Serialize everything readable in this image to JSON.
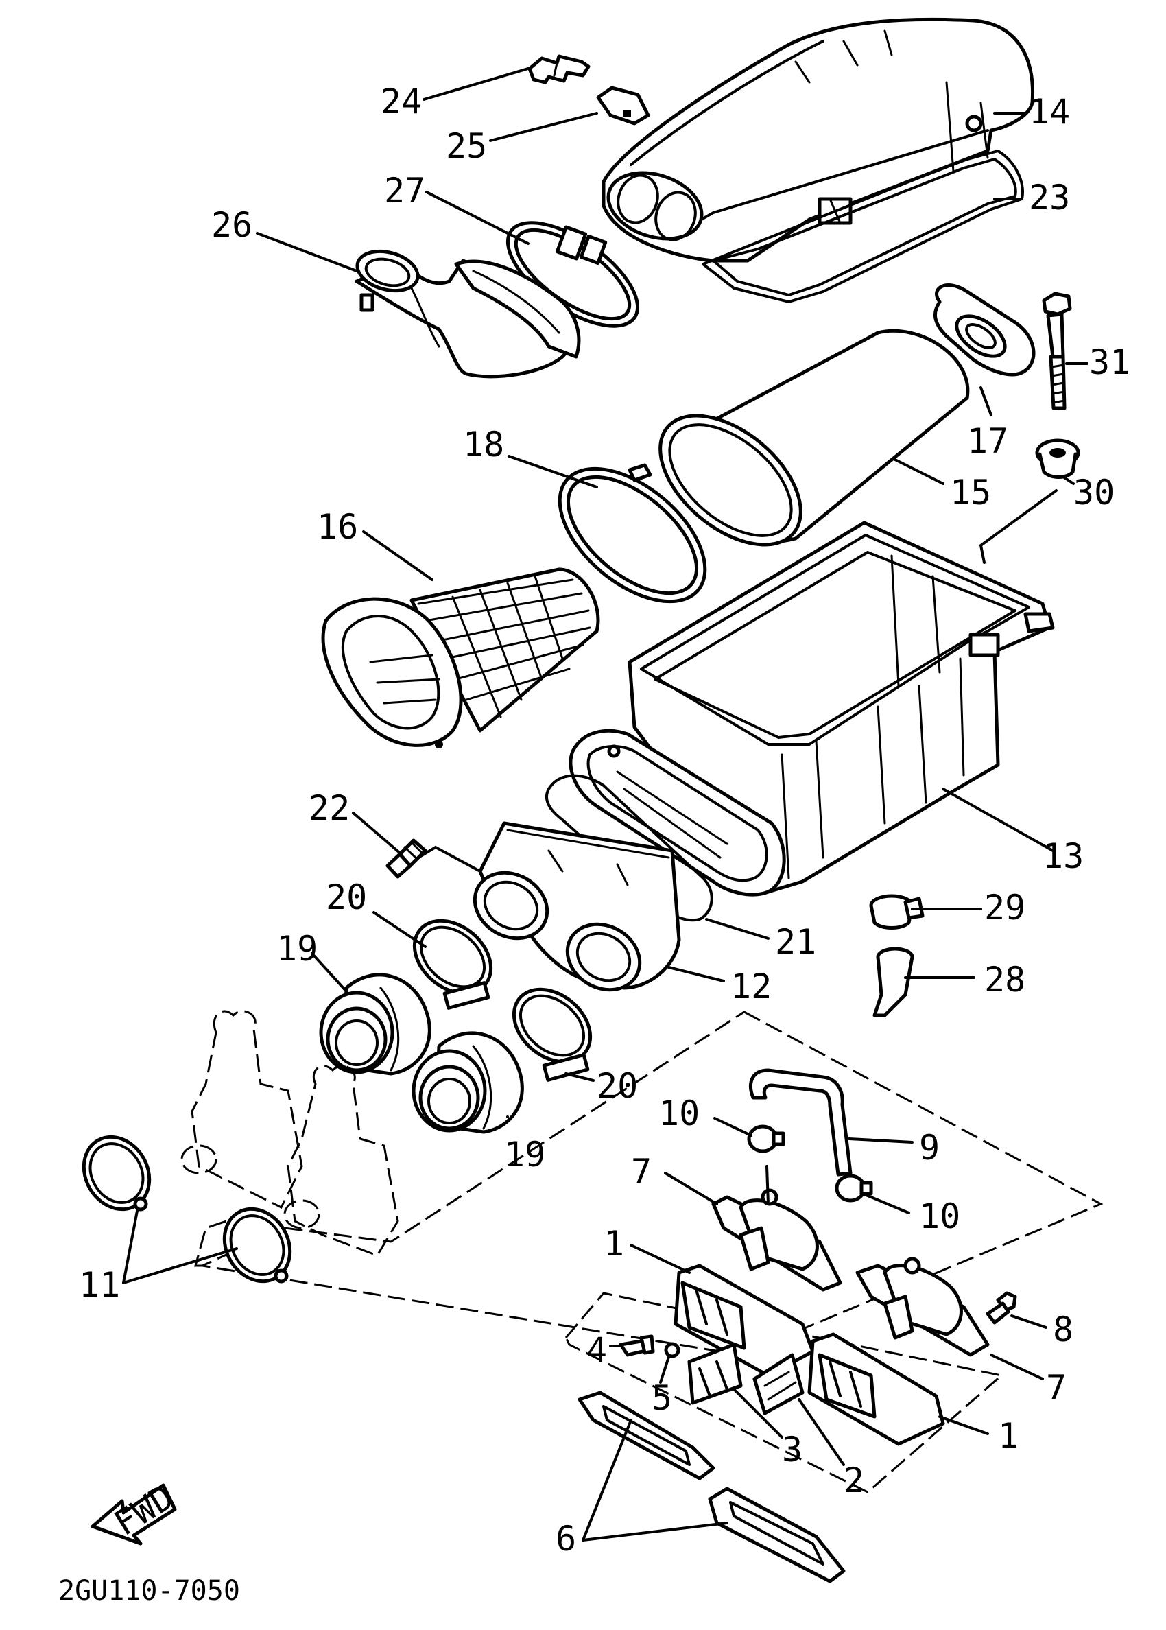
{
  "diagram": {
    "drawing_code": "2GU110-7050",
    "fwd_label": "FWD",
    "parts": [
      {
        "key": "p24",
        "number": "24"
      },
      {
        "key": "p25",
        "number": "25"
      },
      {
        "key": "p14",
        "number": "14"
      },
      {
        "key": "p27",
        "number": "27"
      },
      {
        "key": "p23",
        "number": "23"
      },
      {
        "key": "p26",
        "number": "26"
      },
      {
        "key": "p31",
        "number": "31"
      },
      {
        "key": "p18",
        "number": "18"
      },
      {
        "key": "p17",
        "number": "17"
      },
      {
        "key": "p15",
        "number": "15"
      },
      {
        "key": "p30",
        "number": "30"
      },
      {
        "key": "p16",
        "number": "16"
      },
      {
        "key": "p22",
        "number": "22"
      },
      {
        "key": "p13",
        "number": "13"
      },
      {
        "key": "p20a",
        "number": "20"
      },
      {
        "key": "p29",
        "number": "29"
      },
      {
        "key": "p19a",
        "number": "19"
      },
      {
        "key": "p21",
        "number": "21"
      },
      {
        "key": "p12",
        "number": "12"
      },
      {
        "key": "p28",
        "number": "28"
      },
      {
        "key": "p20b",
        "number": "20"
      },
      {
        "key": "p10a",
        "number": "10"
      },
      {
        "key": "p19b",
        "number": "19"
      },
      {
        "key": "p9",
        "number": "9"
      },
      {
        "key": "p7a",
        "number": "7"
      },
      {
        "key": "p10b",
        "number": "10"
      },
      {
        "key": "p11",
        "number": "11"
      },
      {
        "key": "p1a",
        "number": "1"
      },
      {
        "key": "p8",
        "number": "8"
      },
      {
        "key": "p4",
        "number": "4"
      },
      {
        "key": "p5",
        "number": "5"
      },
      {
        "key": "p7b",
        "number": "7"
      },
      {
        "key": "p3",
        "number": "3"
      },
      {
        "key": "p2",
        "number": "2"
      },
      {
        "key": "p1b",
        "number": "1"
      },
      {
        "key": "p6",
        "number": "6"
      }
    ]
  }
}
